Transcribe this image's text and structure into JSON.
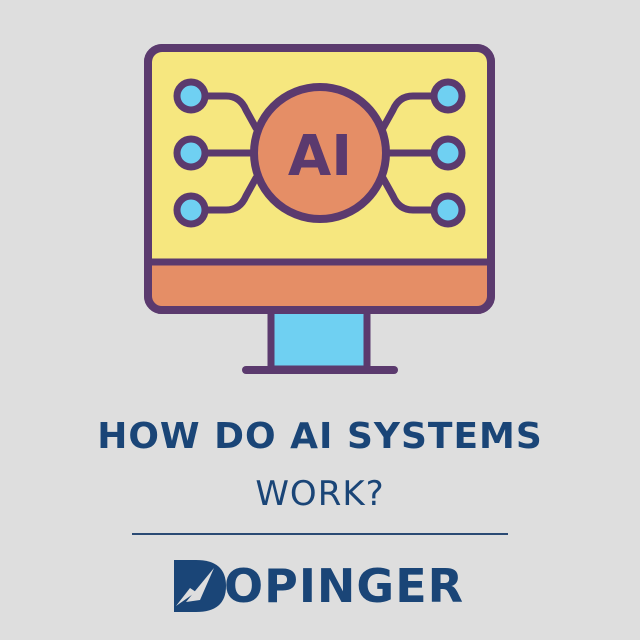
{
  "illustration": {
    "screen_text": "AI",
    "colors": {
      "outline": "#5b3a6e",
      "screen": "#f6e77f",
      "bezel": "#e58e66",
      "chip": "#e58e66",
      "node": "#6fd0f2",
      "stand": "#6fd0f2",
      "chip_text": "#5b3a6e"
    }
  },
  "title": {
    "line1": "HOW DO AI SYSTEMS",
    "line2": "WORK?",
    "color": "#1a4577"
  },
  "brand": {
    "name_rest": "OPINGER",
    "color": "#1a4577"
  }
}
